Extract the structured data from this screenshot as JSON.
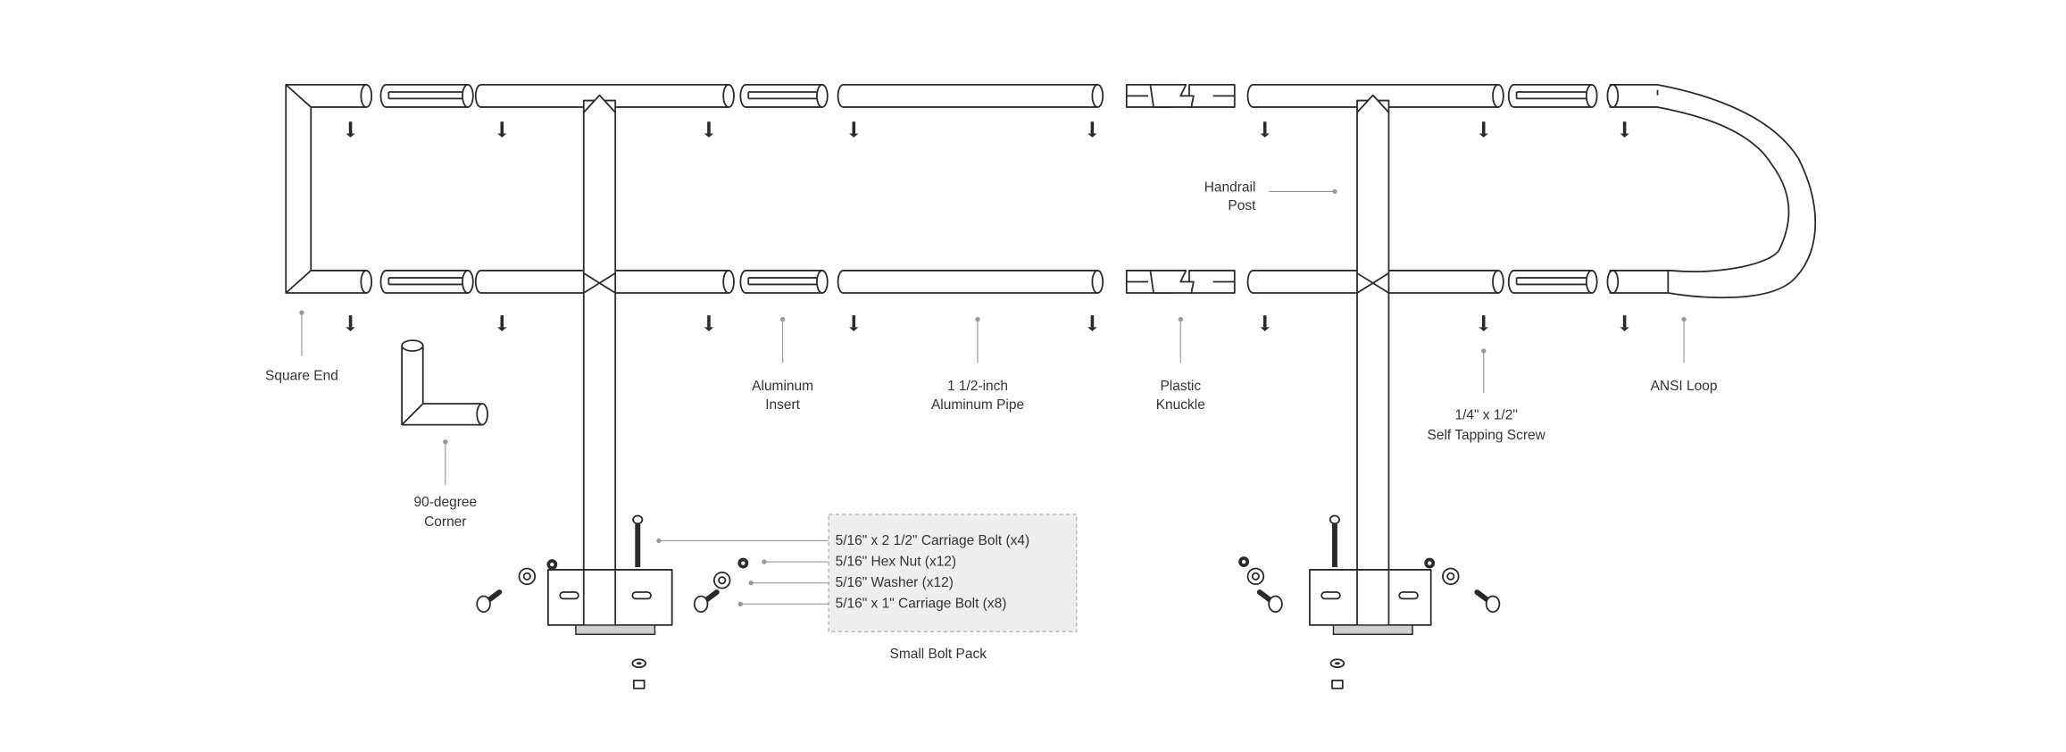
{
  "labels": {
    "square_end": "Square End",
    "corner": [
      "90-degree",
      "Corner"
    ],
    "aluminum_insert": [
      "Aluminum",
      "Insert"
    ],
    "aluminum_pipe": [
      "1 1/2-inch",
      "Aluminum Pipe"
    ],
    "plastic_knuckle": [
      "Plastic",
      "Knuckle"
    ],
    "screw": [
      "1/4\" x 1/2\"",
      "Self Tapping Screw"
    ],
    "ansi_loop": "ANSI Loop",
    "handrail_post": [
      "Handrail",
      "Post"
    ]
  },
  "bolt_pack": {
    "title": "Small Bolt Pack",
    "items": [
      "5/16\" x 2 1/2\" Carriage Bolt (x4)",
      "5/16\" Hex Nut (x12)",
      "5/16\" Washer (x12)",
      "5/16\" x 1\" Carriage Bolt (x8)"
    ]
  },
  "colors": {
    "line": "#2a2a2a",
    "box_fill": "#eeeeee",
    "leader": "#999999"
  }
}
